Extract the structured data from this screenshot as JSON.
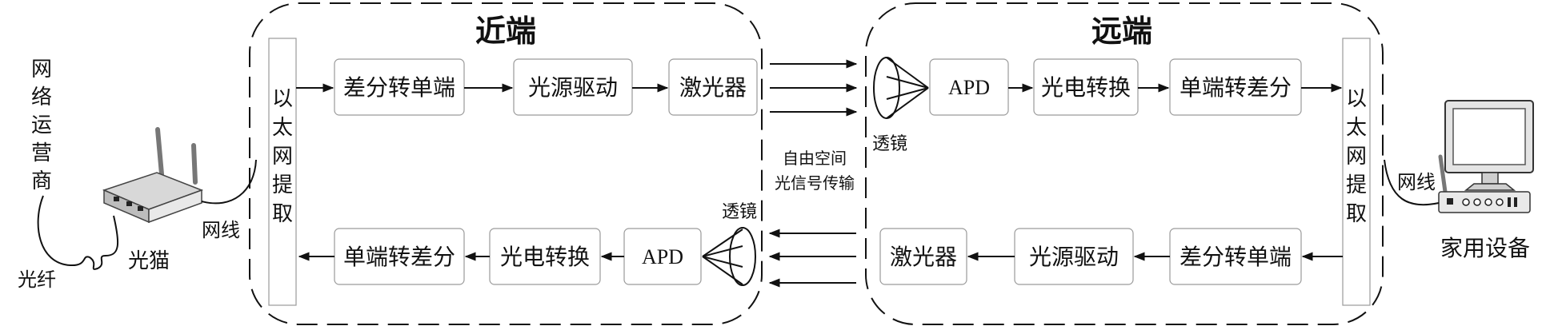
{
  "near_end": {
    "title": "近端",
    "ethernet": [
      "以",
      "太",
      "网",
      "提",
      "取"
    ],
    "tx": {
      "diff_to_single": "差分转单端",
      "driver": "光源驱动",
      "laser": "激光器"
    },
    "rx": {
      "single_to_diff": "单端转差分",
      "oe": "光电转换",
      "apd": "APD",
      "lens": "透镜"
    }
  },
  "far_end": {
    "title": "远端",
    "ethernet": [
      "以",
      "太",
      "网",
      "提",
      "取"
    ],
    "rx": {
      "lens": "透镜",
      "apd": "APD",
      "oe": "光电转换",
      "single_to_diff": "单端转差分"
    },
    "tx": {
      "diff_to_single": "差分转单端",
      "driver": "光源驱动",
      "laser": "激光器"
    }
  },
  "free_space": {
    "line1": "自由空间",
    "line2": "光信号传输"
  },
  "left": {
    "operator": [
      "网",
      "络",
      "运",
      "营",
      "商"
    ],
    "fiber": "光纤",
    "modem": "光猫",
    "cable": "网线"
  },
  "right": {
    "cable": "网线",
    "device": "家用设备"
  }
}
